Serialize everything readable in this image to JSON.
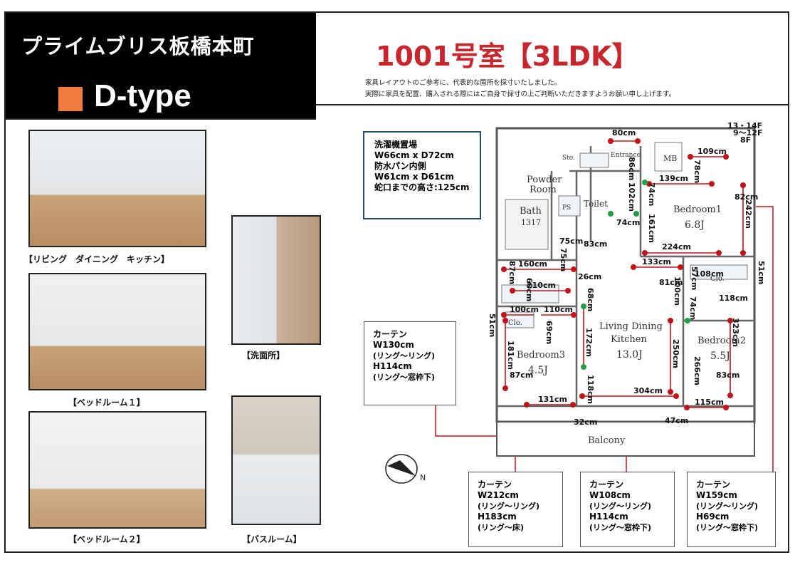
{
  "header": {
    "building": "プライムブリス板橋本町",
    "type": "D-type",
    "type_color": "#ef7b3c",
    "room": "1001号室【3LDK】",
    "room_color": "#c8262d",
    "notes": [
      "家具レイアウトのご参考に、代表的な箇所を採寸いたしました。",
      "実際に家具を配置、購入される際にはご自身で採寸の上ご判断いただきますようお願い申し上げます。"
    ]
  },
  "photos": {
    "living": "【リビング　ダイニング　キッチン】",
    "washroom": "【洗面所】",
    "bedroom1": "【ベッドルーム１】",
    "bedroom2": "【ベッドルーム２】",
    "bathroom": "【バスルーム】"
  },
  "washer": {
    "title": "洗濯機置場",
    "size": "W66cm x D72cm",
    "pan": "防水パン内側",
    "pan_size": "W61cm x D61cm",
    "tap_height": "蛇口までの高さ:125cm"
  },
  "curtains": [
    {
      "label": "カーテン",
      "w": "W130cm",
      "w_note": "(リング～リング)",
      "h": "H114cm",
      "h_note": "(リング～窓枠下)"
    },
    {
      "label": "カーテン",
      "w": "W212cm",
      "w_note": "(リング～リング)",
      "h": "H183cm",
      "h_note": "(リング～床)"
    },
    {
      "label": "カーテン",
      "w": "W108cm",
      "w_note": "(リング～リング)",
      "h": "H114cm",
      "h_note": "(リング～窓枠下)"
    },
    {
      "label": "カーテン",
      "w": "W159cm",
      "w_note": "(リング～リング)",
      "h": "H69cm",
      "h_note": "(リング～窓枠下)"
    }
  ],
  "plan": {
    "rooms": {
      "powder": "Powder",
      "powder2": "Room",
      "bath": "Bath",
      "bath_size": "1317",
      "toilet": "Toilet",
      "entrance": "Entrance",
      "mb": "MB",
      "bed1": "Bedroom1",
      "bed1_size": "6.8J",
      "bed2": "Bedroom2",
      "bed2_size": "5.5J",
      "bed3": "Bedroom3",
      "bed3_size": "4.5J",
      "ldk1": "Living Dining",
      "ldk2": "Kitchen",
      "ldk_size": "13.0J",
      "balcony": "Balcony",
      "sto": "Sto.",
      "clo": "Clo.",
      "ps": "PS",
      "floors_a": "13・14F",
      "floors_b": "9～12F",
      "floors_c": "8F"
    },
    "dims": [
      "80cm",
      "86cm",
      "102cm",
      "74cm",
      "109cm",
      "78cm",
      "139cm",
      "82cm",
      "242cm",
      "161cm",
      "224cm",
      "74cm",
      "75cm",
      "83cm",
      "75cm",
      "87cm",
      "160cm",
      "60cm",
      "26cm",
      "210cm",
      "68cm",
      "133cm",
      "81cm",
      "108cm",
      "51cm",
      "57cm",
      "100cm",
      "118cm",
      "74cm",
      "100cm",
      "110cm",
      "69cm",
      "172cm",
      "323cm",
      "250cm",
      "266cm",
      "83cm",
      "181cm",
      "87cm",
      "118cm",
      "304cm",
      "131cm",
      "32cm",
      "47cm",
      "115cm",
      "51cm"
    ]
  },
  "compass": {
    "label": "N"
  },
  "colors": {
    "dim_line": "#c0141c",
    "dot": "#c0141c",
    "green_dot": "#1fa046",
    "frame": "#222222",
    "info_border": "#234f6b"
  }
}
